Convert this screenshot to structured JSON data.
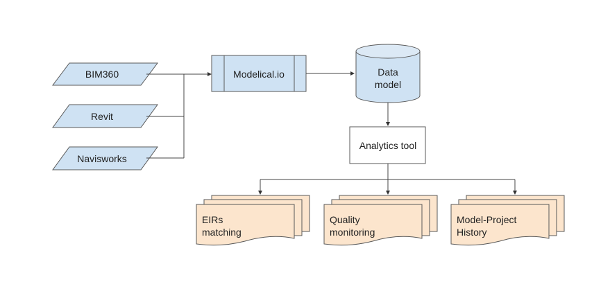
{
  "diagram": {
    "sources": [
      {
        "label": "BIM360"
      },
      {
        "label": "Revit"
      },
      {
        "label": "Navisworks"
      }
    ],
    "process": {
      "label": "Modelical.io"
    },
    "datastore": {
      "line1": "Data",
      "line2": "model"
    },
    "tool": {
      "label": "Analytics tool"
    },
    "outputs": [
      {
        "line1": "EIRs",
        "line2": "matching"
      },
      {
        "line1": "Quality",
        "line2": "monitoring"
      },
      {
        "line1": "Model-Project",
        "line2": "History"
      }
    ],
    "colors": {
      "input_fill": "#cfe2f3",
      "output_fill": "#fce5cd",
      "stroke": "#595959"
    }
  }
}
